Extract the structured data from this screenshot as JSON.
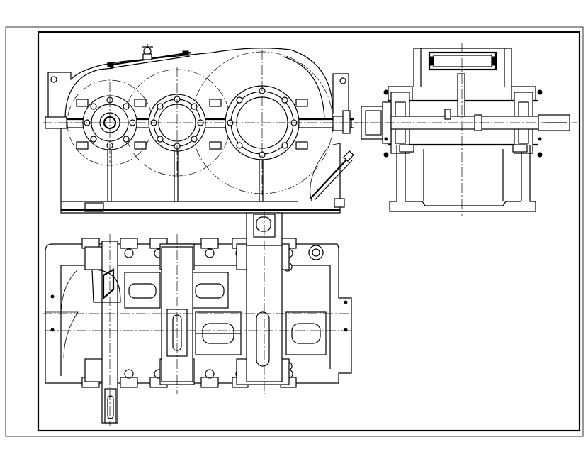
{
  "drawing": {
    "subject": "",
    "views": [
      "front-view",
      "side-view",
      "top-view"
    ],
    "line_color": "#000000",
    "paper_color": "#ffffff"
  }
}
